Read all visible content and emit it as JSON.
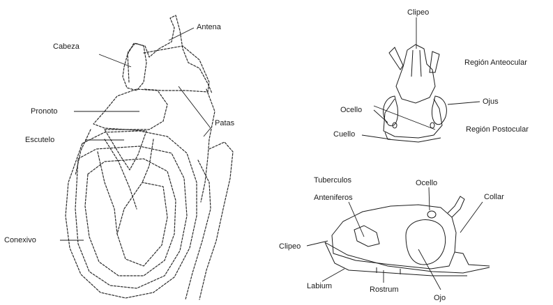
{
  "dorsal_body": {
    "labels": {
      "antena": "Antena",
      "cabeza": "Cabeza",
      "pronoto": "Pronoto",
      "patas": "Patas",
      "escutelo": "Escutelo",
      "conexivo": "Conexivo"
    }
  },
  "dorsal_head": {
    "labels": {
      "clipeo": "Clipeo",
      "region_anteocular": "Región Anteocular",
      "ocelo": "Ocello",
      "ojos": "Ojus",
      "cuello": "Cuello",
      "region_postocular": "Región Postocular"
    }
  },
  "lateral_head": {
    "labels": {
      "tuberculos": "Tuberculos",
      "anteniferos": "Anteniferos",
      "ocelo": "Ocello",
      "collar": "Collar",
      "clipeo": "Clipeo",
      "labium": "Labium",
      "rostrum": "Rostrum",
      "ojo": "Ojo"
    }
  }
}
